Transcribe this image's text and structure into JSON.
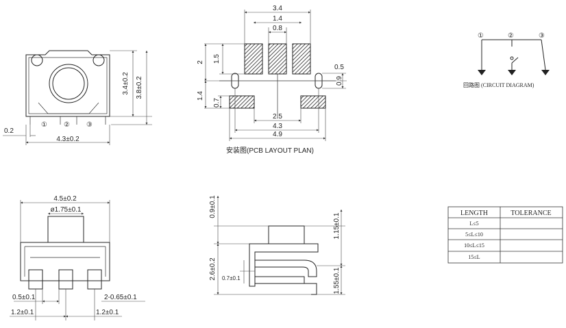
{
  "top_left_view": {
    "pins": [
      "①",
      "②",
      "③"
    ],
    "dims": {
      "height_inner": "3.4±0.2",
      "height_outer": "3.8±0.2",
      "lead_offset": "0.2",
      "width": "4.3±0.2"
    }
  },
  "pcb_layout": {
    "caption": "安装图(PCB LAYOUT  PLAN)",
    "dims": {
      "top_width": "3.4",
      "top_pitch": "1.4",
      "pad_width": "0.8",
      "left_height": "2",
      "pad_height": "1.5",
      "slot_height": "1.4",
      "bottom_pad_height": "0.7",
      "right_offset": "0.5",
      "slot_span": "0.9",
      "inner_span": "2.5",
      "mid_span": "4.3",
      "outer_span": "4.9"
    }
  },
  "circuit": {
    "pins": [
      "①",
      "②",
      "③"
    ],
    "caption": "回路图 (CIRCUIT DIAGRAM)"
  },
  "front_view": {
    "dims": {
      "width": "4.5±0.2",
      "actuator_dia": "ø1.75±0.1",
      "lead_width": "0.5±0.1",
      "lead_thickness": "2-0.65±0.1",
      "pitch_left": "1.2±0.1",
      "pitch_right": "1.2±0.1"
    }
  },
  "side_view": {
    "dims": {
      "actuator_height": "0.9±0.1",
      "body_height": "2.6±0.2",
      "lead_offset": "0.7±0.1",
      "top_to_pad": "1.15±0.1",
      "pad_height": "1.55±0.1"
    }
  },
  "tolerance_table": {
    "headers": [
      "LENGTH",
      "TOLERANCE"
    ],
    "rows": [
      {
        "length": "L≤5",
        "tolerance": ""
      },
      {
        "length": "5≤L≤10",
        "tolerance": ""
      },
      {
        "length": "10≤L≤15",
        "tolerance": ""
      },
      {
        "length": "15≤L",
        "tolerance": ""
      }
    ]
  }
}
